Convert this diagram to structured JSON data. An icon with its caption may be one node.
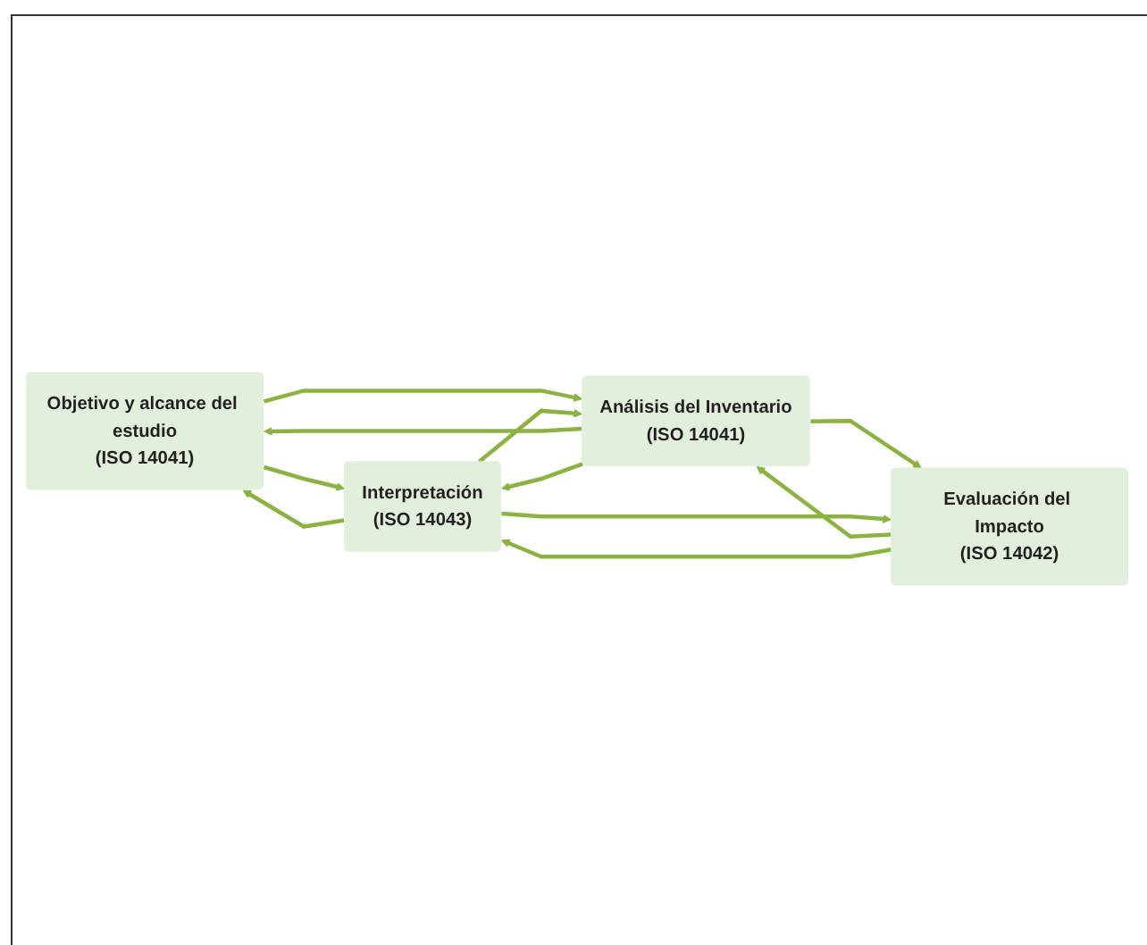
{
  "diagram": {
    "nodes": [
      {
        "text": [
          "Objetivo y alcance del estudio",
          "(ISO 14041)"
        ]
      },
      {
        "text": [
          "Análisis del Inventario",
          "(ISO 14041)"
        ]
      },
      {
        "text": [
          "Evaluación del Impacto",
          "(ISO 14042)"
        ]
      },
      {
        "text": [
          "Interpretación",
          "(ISO 14043)"
        ]
      }
    ],
    "edges": [
      {
        "from": 0,
        "to": 3,
        "arrow": "to"
      },
      {
        "from": 3,
        "to": 0,
        "arrow": "to"
      },
      {
        "from": 1,
        "to": 0,
        "arrow": "to"
      },
      {
        "from": 0,
        "to": 1,
        "arrow": "to"
      },
      {
        "from": 1,
        "to": 3,
        "arrow": "to"
      },
      {
        "from": 3,
        "to": 1,
        "arrow": "to"
      },
      {
        "from": 2,
        "to": 1,
        "arrow": "to"
      },
      {
        "from": 1,
        "to": 2,
        "arrow": "to"
      },
      {
        "from": 2,
        "to": 3,
        "arrow": "to"
      },
      {
        "from": 3,
        "to": 2,
        "arrow": "to"
      }
    ]
  }
}
